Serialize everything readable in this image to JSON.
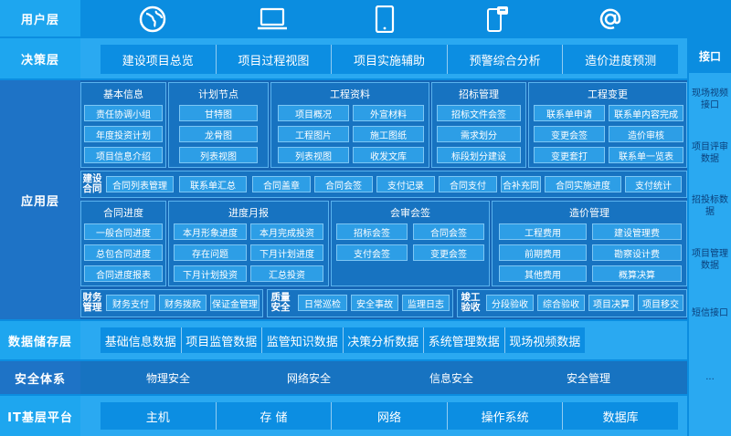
{
  "layers": {
    "user": "用户层",
    "decision": "决策层",
    "application": "应用层",
    "storage": "数据储存层",
    "security": "安全体系",
    "infra": "IT基层平台"
  },
  "decision_items": [
    "建设项目总览",
    "项目过程视图",
    "项目实施辅助",
    "预警综合分析",
    "造价进度预测"
  ],
  "interface": {
    "title": "接口",
    "items": [
      "现场视频接口",
      "项目评审数据",
      "招投标数据",
      "项目管理数据",
      "短信接口",
      "..."
    ]
  },
  "user_icons": [
    "globe-icon",
    "laptop-icon",
    "tablet-icon",
    "phone-icon",
    "at-icon"
  ],
  "app": {
    "basic": {
      "title": "基本信息",
      "items": [
        "责任协调小组",
        "年度投资计划",
        "项目信息介绍"
      ]
    },
    "plan": {
      "title": "计划节点",
      "items": [
        "甘特图",
        "龙骨图",
        "列表视图"
      ]
    },
    "docs": {
      "title": "工程资料",
      "items": [
        "项目概况",
        "外宣材料",
        "工程图片",
        "施工图纸",
        "列表视图",
        "收发文库"
      ]
    },
    "bid": {
      "title": "招标管理",
      "items": [
        "招标文件会签",
        "需求划分",
        "标段划分建设"
      ]
    },
    "change": {
      "title": "工程变更",
      "items": [
        "联系单申请",
        "联系单内容完成",
        "变更会签",
        "造价审核",
        "变更套打",
        "联系单一览表"
      ]
    },
    "contract": {
      "label": "建设合同",
      "items": [
        "合同列表管理",
        "联系单汇总",
        "合同盖章",
        "合同会签",
        "支付记录",
        "合同支付",
        "合补充同",
        "合同实施进度",
        "支付统计"
      ]
    },
    "progress": {
      "title": "合同进度",
      "items": [
        "一般合同进度",
        "总包合同进度",
        "合同进度报表"
      ]
    },
    "monthly": {
      "title": "进度月报",
      "items": [
        "本月形象进度",
        "本月完成投资",
        "存在问题",
        "下月计划进度",
        "下月计划投资",
        "汇总投资"
      ]
    },
    "review": {
      "title": "会审会签",
      "items": [
        "招标会签",
        "合同会签",
        "支付会签",
        "变更会签"
      ]
    },
    "cost": {
      "title": "造价管理",
      "items": [
        "工程费用",
        "建设管理费",
        "前期费用",
        "勘察设计费",
        "其他费用",
        "概算决算"
      ]
    },
    "finance": {
      "label": "财务管理",
      "items": [
        "财务支付",
        "财务拨款",
        "保证金管理"
      ]
    },
    "quality": {
      "label": "质量安全",
      "items": [
        "日常巡检",
        "安全事故",
        "监理日志"
      ]
    },
    "acceptance": {
      "label": "竣工验收",
      "items": [
        "分段验收",
        "综合验收",
        "项目决算",
        "项目移交"
      ]
    }
  },
  "storage_items": [
    "基础信息数据",
    "项目监管数据",
    "监管知识数据",
    "决策分析数据",
    "系统管理数据",
    "现场视频数据"
  ],
  "security_items": [
    "物理安全",
    "网络安全",
    "信息安全",
    "安全管理"
  ],
  "infra_items": [
    "主机",
    "存 储",
    "网络",
    "操作系统",
    "数据库"
  ]
}
